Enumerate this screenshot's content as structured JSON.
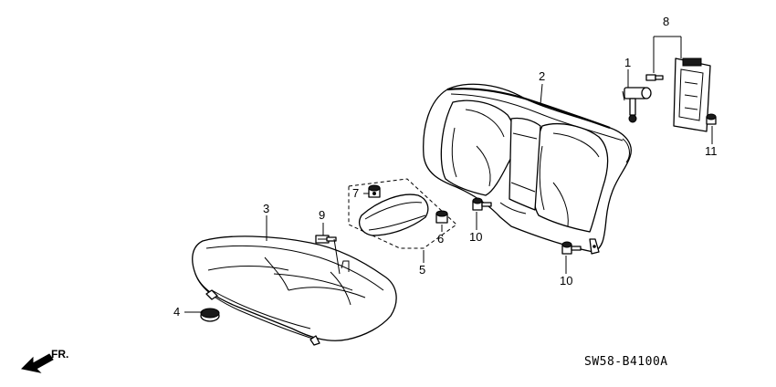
{
  "callouts": {
    "p1": "1",
    "p2": "2",
    "p3": "3",
    "p4": "4",
    "p5": "5",
    "p6": "6",
    "p7": "7",
    "p8": "8",
    "p9": "9",
    "p10a": "10",
    "p10b": "10",
    "p11": "11"
  },
  "direction_label": "FR.",
  "diagram_code": "SW58-B4100A"
}
